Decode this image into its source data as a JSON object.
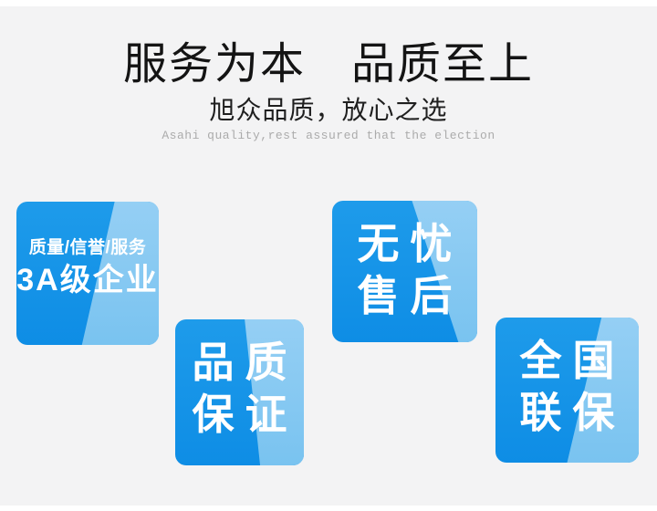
{
  "header": {
    "title": "服务为本　品质至上",
    "subtitle": "旭众品质，放心之选",
    "subtitle_en": "Asahi quality,rest assured that the election"
  },
  "badges": [
    {
      "name": "3a-enterprise",
      "line1": "质量/信誉/服务",
      "line2": "3A级企业"
    },
    {
      "name": "quality-guarantee",
      "line1": "品质",
      "line2": "保证"
    },
    {
      "name": "worry-free-aftersales",
      "line1": "无忧",
      "line2": "售后"
    },
    {
      "name": "nationwide-warranty",
      "line1": "全国",
      "line2": "联保"
    }
  ],
  "colors": {
    "badge_dark": "#1092e8",
    "badge_light": "#8accf3",
    "background": "#f3f3f4",
    "heading_text": "#141414",
    "subtitle_en_text": "#ababab"
  }
}
